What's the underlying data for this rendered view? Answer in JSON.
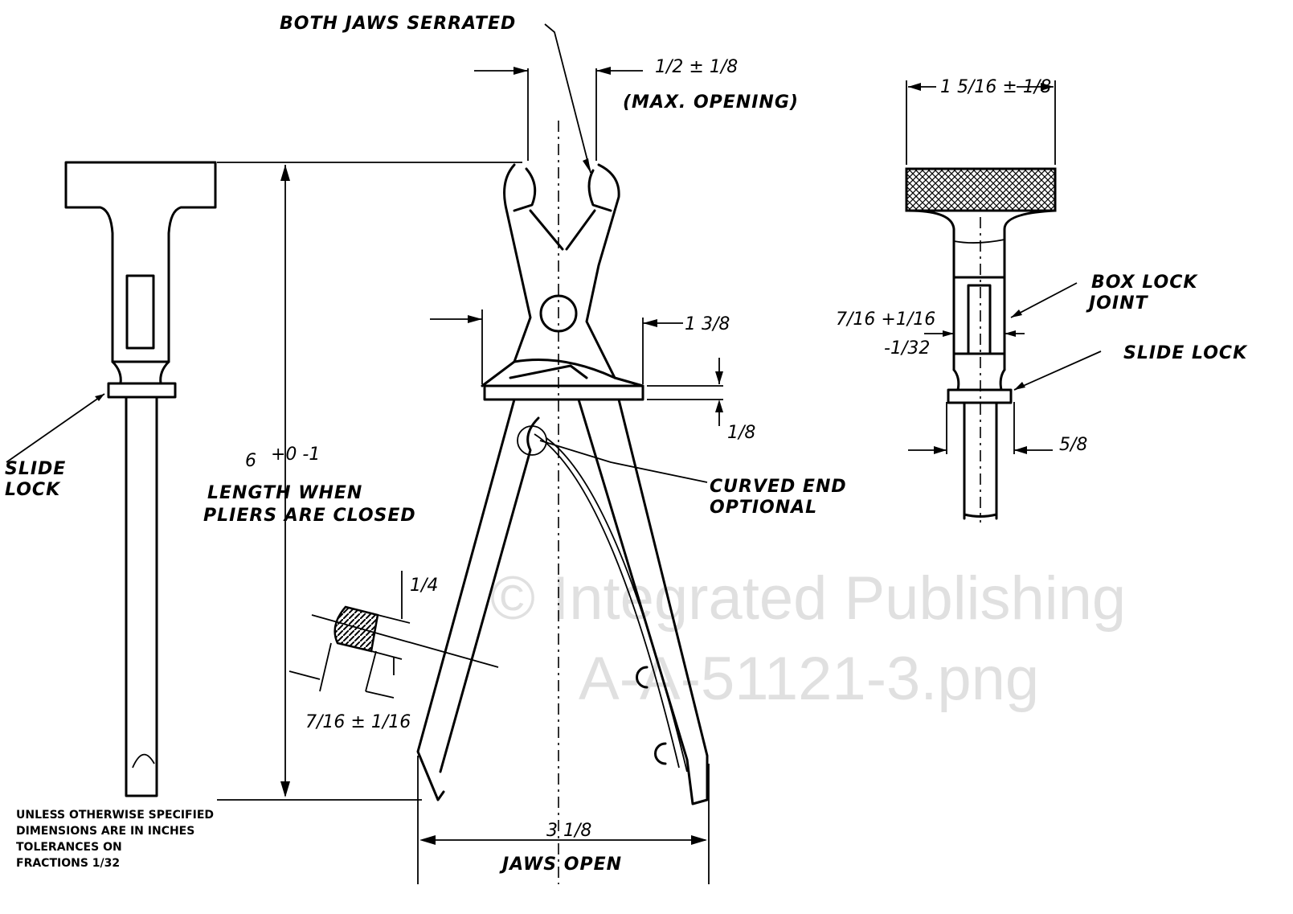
{
  "watermark": {
    "line1": "© Integrated Publishing",
    "line2": "A-A-51121-3.png"
  },
  "labels": {
    "both_jaws_serrated": "BOTH JAWS SERRATED",
    "max_opening_dim": "1/2 ± 1/8",
    "max_opening": "(MAX. OPENING)",
    "head_width_dim": "1 5/16 ± 1/8",
    "box_lock_joint_1": "BOX LOCK",
    "box_lock_joint_2": "JOINT",
    "box_lock_dim_top": "7/16 +1/16",
    "box_lock_dim_bottom": "-1/32",
    "slide_lock_right": "SLIDE LOCK",
    "slide_lock_left_1": "SLIDE",
    "slide_lock_left_2": "LOCK",
    "rod_dim": "5/8",
    "slide_bar_dim": "1 3/8",
    "slide_thickness_dim": "1/8",
    "length_dim_main": "6",
    "length_dim_tol": "+0 -1",
    "length_text_1": "LENGTH WHEN",
    "length_text_2": "PLIERS ARE CLOSED",
    "curved_end_1": "CURVED END",
    "curved_end_2": "OPTIONAL",
    "section_thickness_dim": "1/4",
    "section_width_dim": "7/16 ± 1/16",
    "jaws_open_dim": "3 1/8",
    "jaws_open": "JAWS OPEN"
  },
  "notes": [
    "UNLESS OTHERWISE SPECIFIED",
    "DIMENSIONS ARE IN INCHES",
    "TOLERANCES ON",
    "FRACTIONS 1/32"
  ]
}
